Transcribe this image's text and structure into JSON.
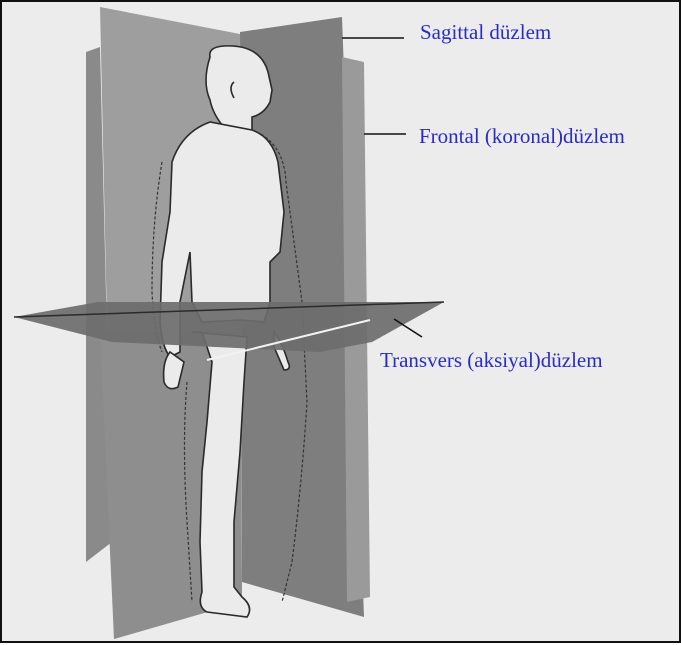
{
  "labels": {
    "sagittal": "Sagittal düzlem",
    "frontal": "Frontal (koronal)düzlem",
    "transverse": "Transvers (aksiyal)düzlem"
  },
  "colors": {
    "label_text": "#2b2bc8",
    "background": "#ececec",
    "plane_dark": "#6f6f6f",
    "plane_mid": "#8c8c8c",
    "plane_light": "#a3a3a3",
    "body_fill": "#e9e9e9"
  }
}
